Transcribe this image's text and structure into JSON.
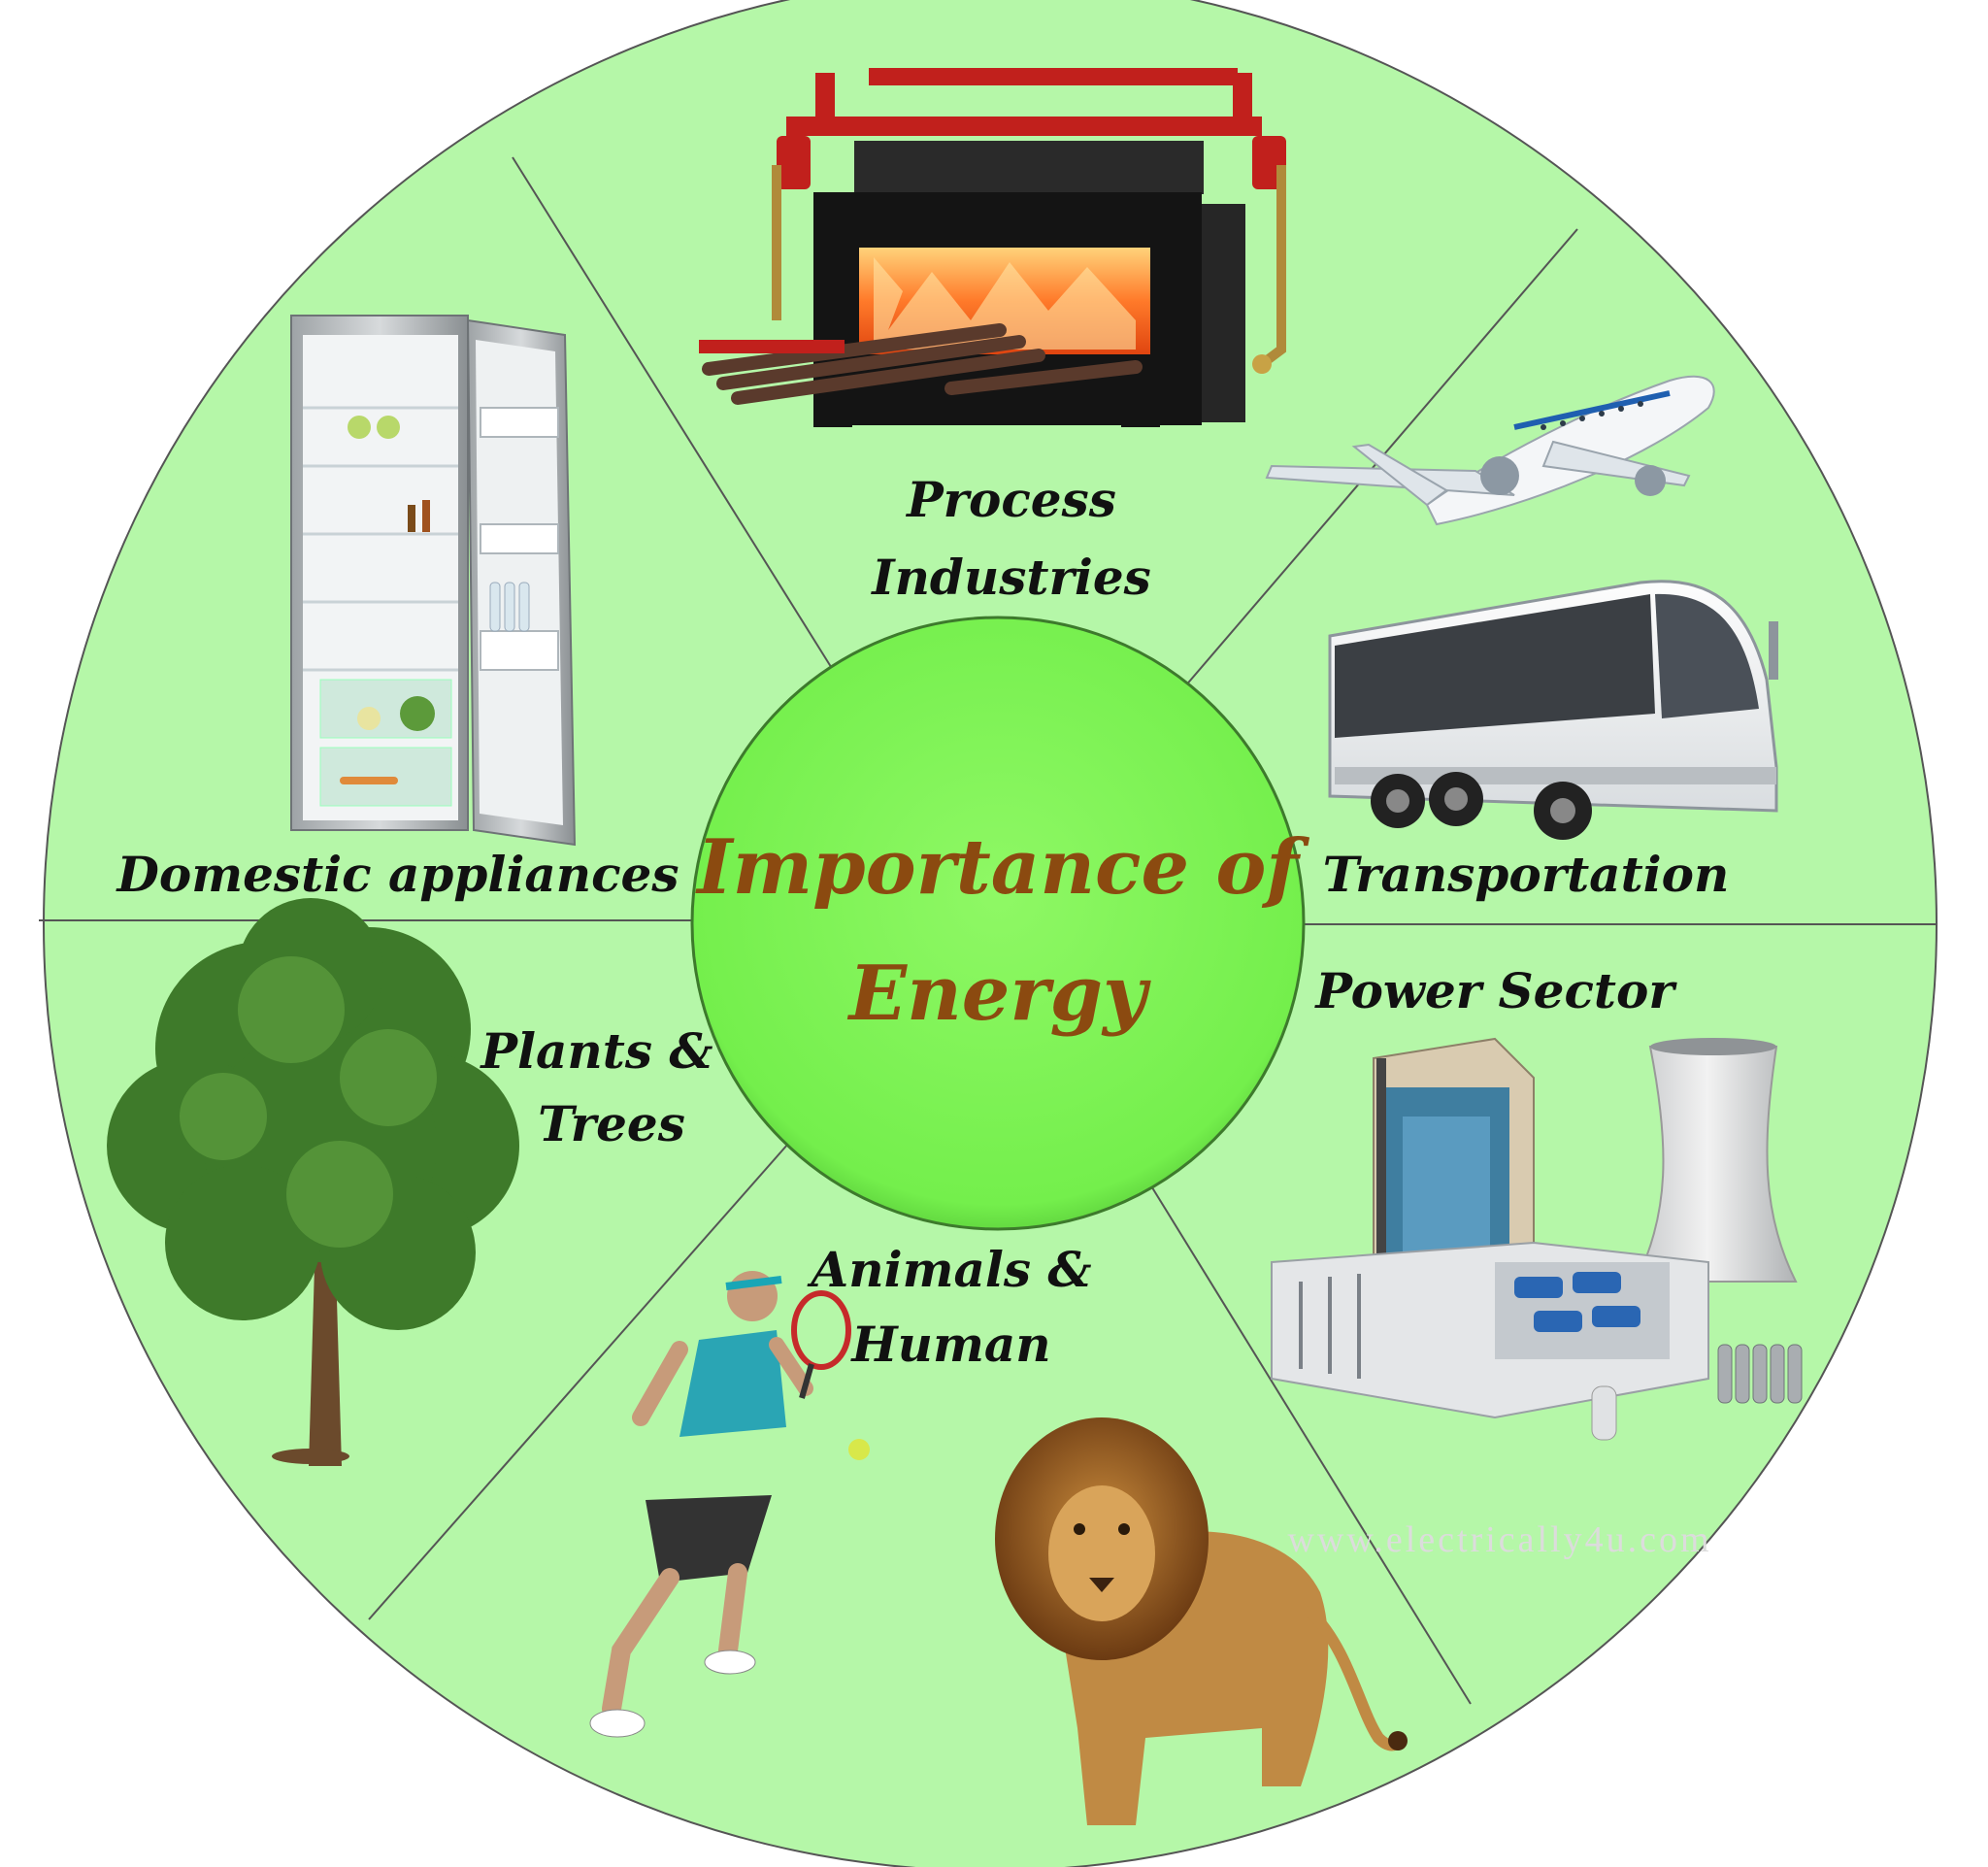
{
  "center": {
    "line1": "Importance of",
    "line2": "Energy"
  },
  "sectors": {
    "process": {
      "line1": "Process",
      "line2": "Industries",
      "icon": "furnace-icon"
    },
    "transport": {
      "line1": "Transportation",
      "icon": "airplane-and-bus-icon"
    },
    "power": {
      "line1": "Power Sector",
      "icon": "power-plant-icon"
    },
    "animals": {
      "line1": "Animals &",
      "line2": "Human",
      "icon": "tennis-player-and-lion-icon"
    },
    "plants": {
      "line1": "Plants &",
      "line2": "Trees",
      "icon": "tree-icon"
    },
    "domestic": {
      "line1": "Domestic appliances",
      "icon": "refrigerator-icon"
    }
  },
  "watermark": "www.electrically4u.com",
  "colors": {
    "wheel_fill": "#b5f7a8",
    "center_fill": "#7cf352",
    "center_text": "#8b4a10",
    "divider": "#555555",
    "label": "#111111"
  }
}
